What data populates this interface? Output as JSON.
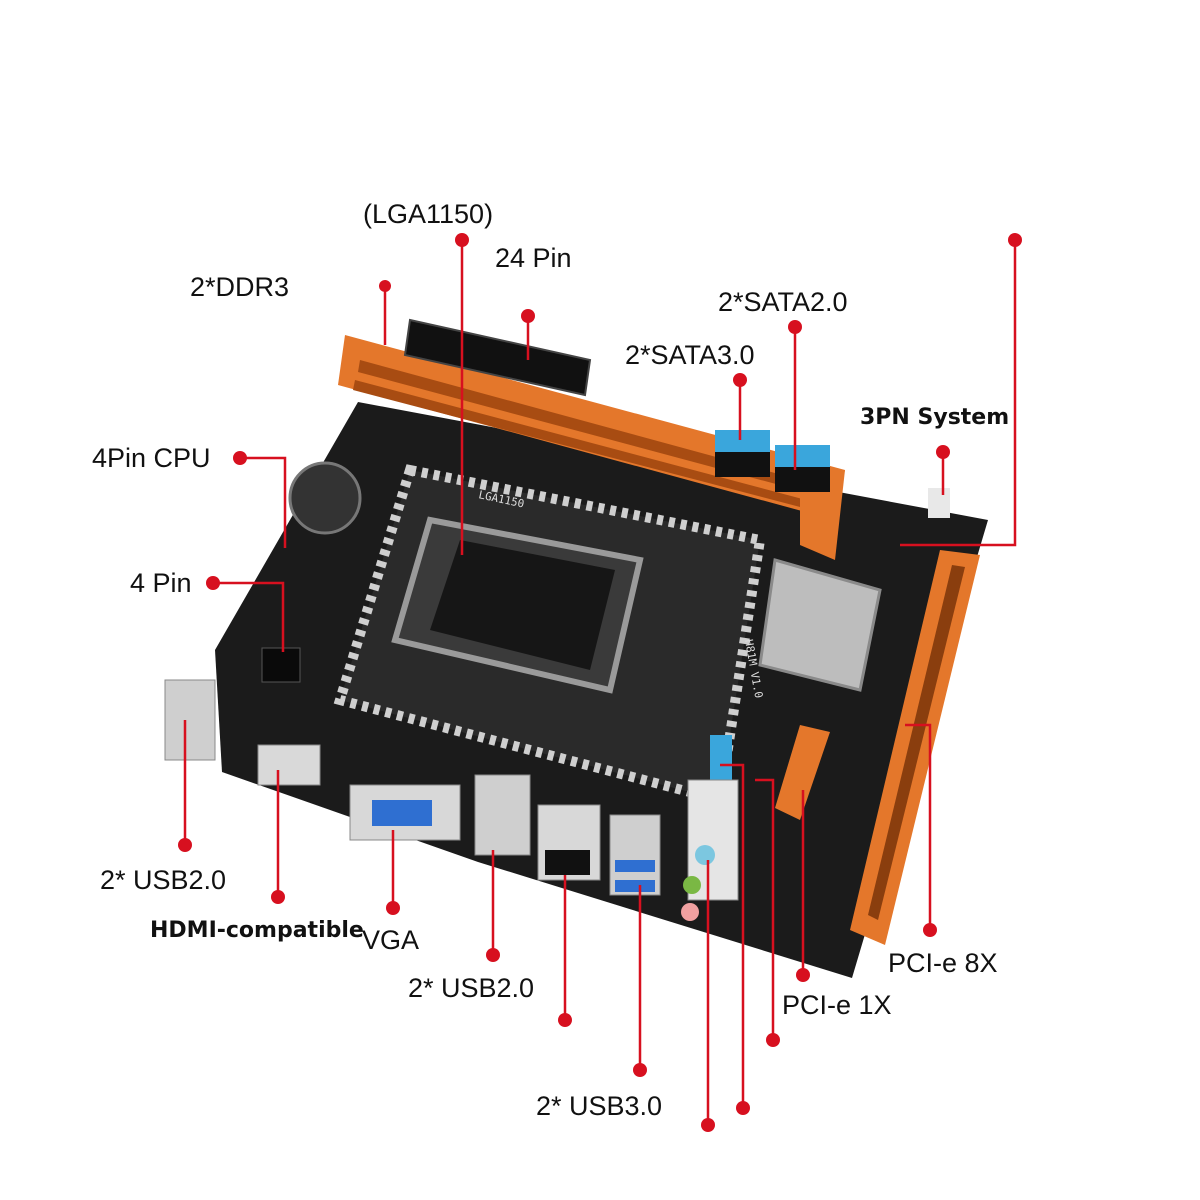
{
  "board": {
    "socket_silk": "LGA1150",
    "model_silk": "H81M V1.0",
    "colors": {
      "pcb": "#1a1a1a",
      "slot": "#e4772b",
      "sata": "#3aa6dc",
      "leader": "#d7101f"
    }
  },
  "labels": {
    "socket": "(LGA1150)",
    "atx_power": "24 Pin",
    "memory": "2*DDR3",
    "sata2": "2*SATA2.0",
    "sata3": "2*SATA3.0",
    "fan": "3PN System",
    "cpu_power": "4Pin CPU",
    "four_pin": "4 Pin",
    "usb2_left": "2* USB2.0",
    "hdmi": "HDMI-compatible",
    "vga": "VGA",
    "usb2_mid": "2* USB2.0",
    "usb3": "2* USB3.0",
    "pcie1x": "PCI-e 1X",
    "pcie8x": "PCI-e 8X"
  }
}
